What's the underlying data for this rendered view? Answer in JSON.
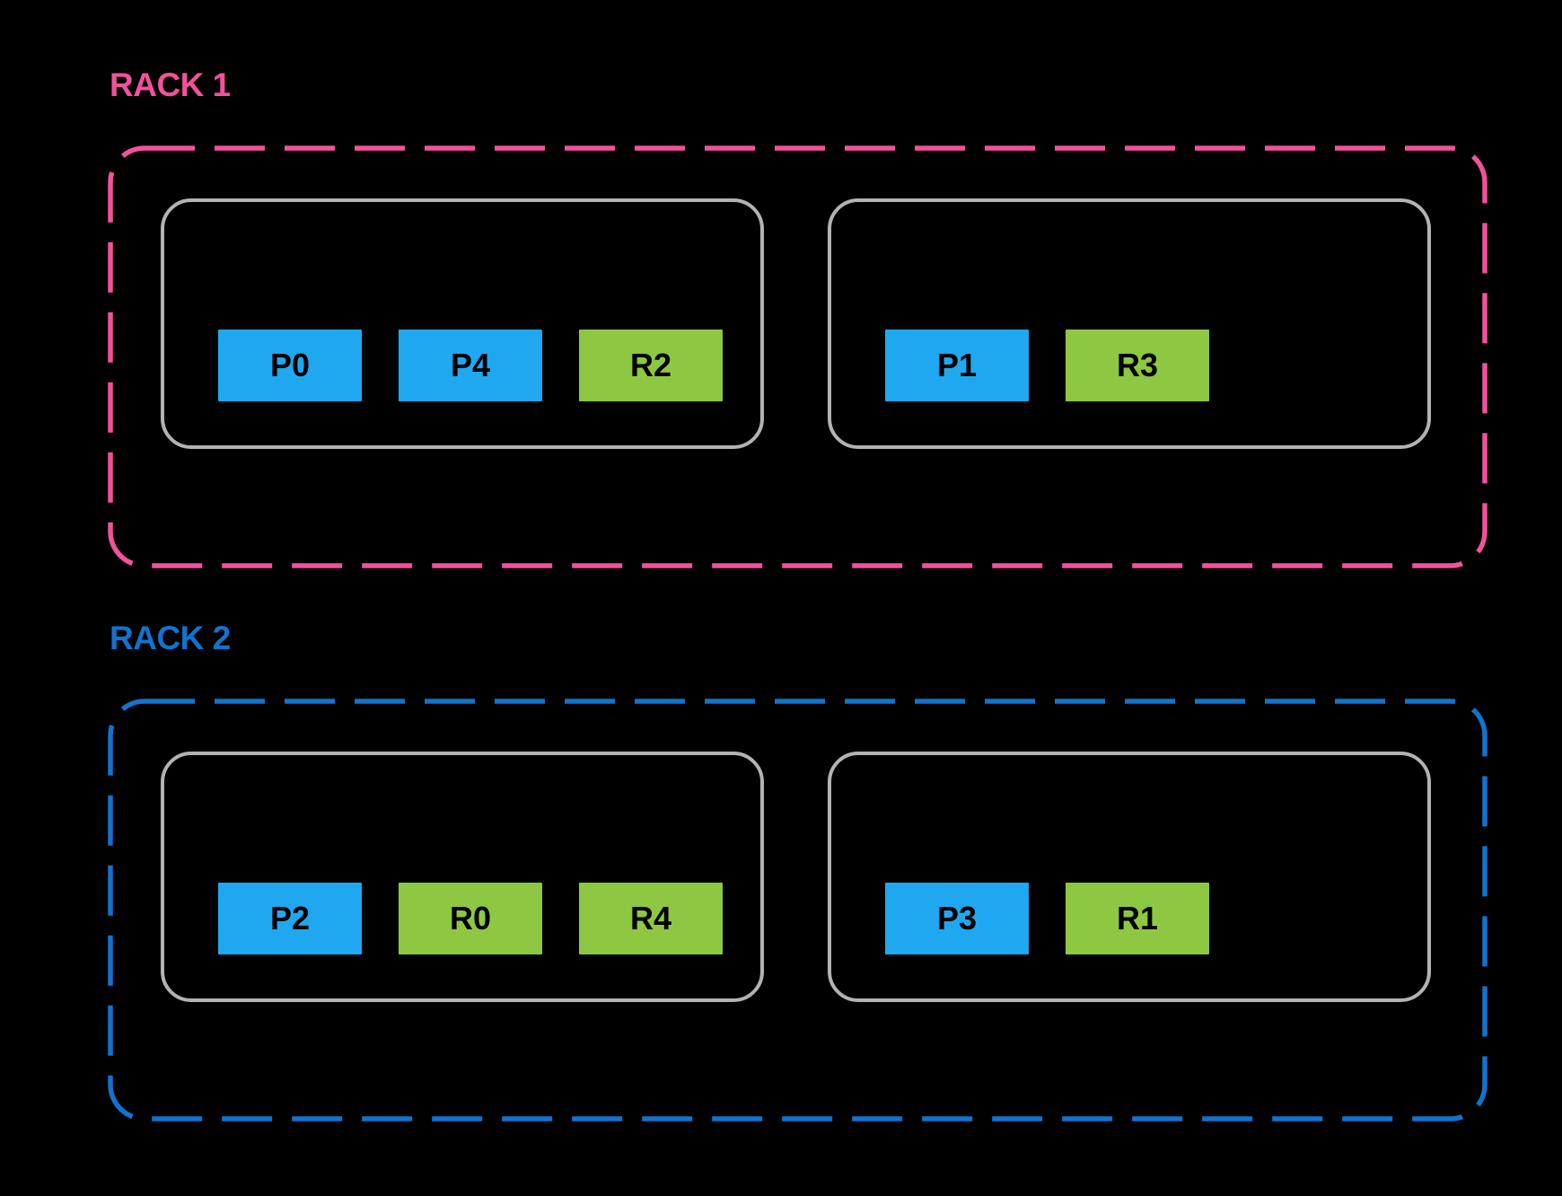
{
  "diagram": {
    "racks": [
      {
        "label": "RACK 1",
        "accent": "#F2519C",
        "nodes": [
          {
            "shards": [
              {
                "label": "P0",
                "color": "#1FA8F0"
              },
              {
                "label": "P4",
                "color": "#1FA8F0"
              },
              {
                "label": "R2",
                "color": "#8EC741"
              }
            ]
          },
          {
            "shards": [
              {
                "label": "P1",
                "color": "#1FA8F0"
              },
              {
                "label": "R3",
                "color": "#8EC741"
              }
            ]
          }
        ]
      },
      {
        "label": "RACK 2",
        "accent": "#1273CE",
        "nodes": [
          {
            "shards": [
              {
                "label": "P2",
                "color": "#1FA8F0"
              },
              {
                "label": "R0",
                "color": "#8EC741"
              },
              {
                "label": "R4",
                "color": "#8EC741"
              }
            ]
          },
          {
            "shards": [
              {
                "label": "P3",
                "color": "#1FA8F0"
              },
              {
                "label": "R1",
                "color": "#8EC741"
              }
            ]
          }
        ]
      }
    ],
    "palette": {
      "background": "#000000",
      "primary_shard": "#1FA8F0",
      "replica_shard": "#8EC741",
      "node_border": "#B3B3B3",
      "shard_text": "#000000",
      "rack1_accent": "#F2519C",
      "rack2_accent": "#1273CE"
    }
  }
}
